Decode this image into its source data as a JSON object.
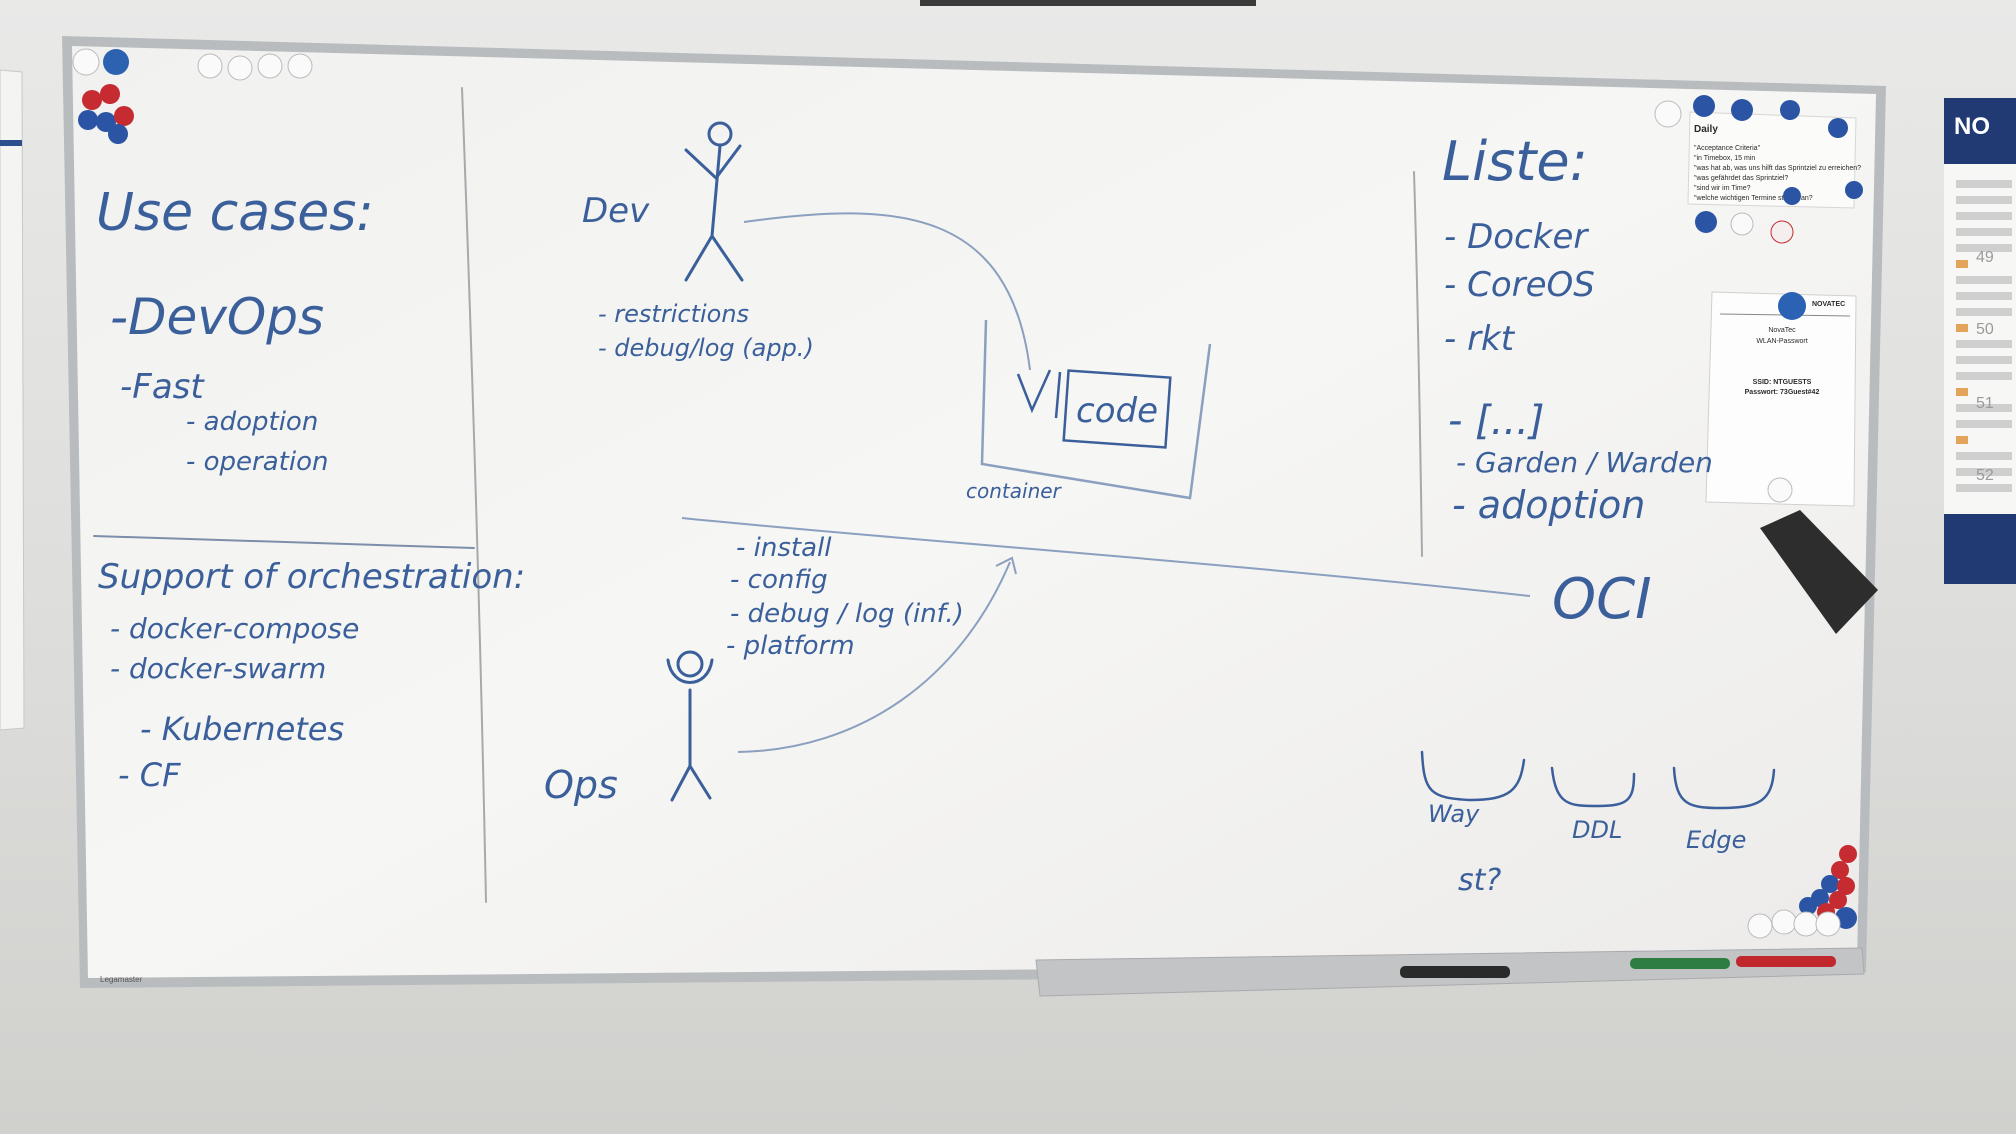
{
  "whiteboard": {
    "brand_label": "Legamaster",
    "left_column": {
      "title": "Use cases:",
      "devops": "-DevOps",
      "fast": "-Fast",
      "fast_items": [
        "- adoption",
        "- operation"
      ],
      "orchestration_title": "Support of orchestration:",
      "orchestration_items": [
        "- docker-compose",
        "- docker-swarm",
        "- Kubernetes",
        "- CF"
      ]
    },
    "middle_column": {
      "dev_label": "Dev",
      "dev_items": [
        "- restrictions",
        "- debug/log (app.)"
      ],
      "code_label": "code",
      "container_label": "container",
      "ops_items": [
        "- install",
        "- config",
        "- debug / log (inf.)",
        "- platform"
      ],
      "ops_label": "Ops"
    },
    "right_column": {
      "title": "Liste:",
      "items": [
        "- Docker",
        "- CoreOS",
        "- rkt",
        "- [...]",
        "- Garden / Warden",
        "- adoption"
      ],
      "oci_label": "OCI",
      "bucket_labels": [
        "Way",
        "DDL",
        "Edge"
      ],
      "question": "st?"
    },
    "daily_note": {
      "title": "Daily",
      "lines": [
        "\"Acceptance Criteria\"",
        "\"in Timebox, 15 min",
        "\"was hat ab, was uns hilft das Sprintziel zu erreichen?",
        "\"was gefährdet das Sprintziel?",
        "\"sind wir im Time?",
        "\"welche wichtigen Termine stehen an?"
      ]
    },
    "wlan_note": {
      "brand": "NOVATEC",
      "company": "NovaTec",
      "heading": "WLAN-Passwort",
      "ssid": "SSID: NTGUESTS",
      "password": "Passwort: 73Guest#42"
    }
  },
  "calendar": {
    "brand": "NO",
    "week_numbers": [
      "49",
      "50",
      "51",
      "52"
    ]
  }
}
